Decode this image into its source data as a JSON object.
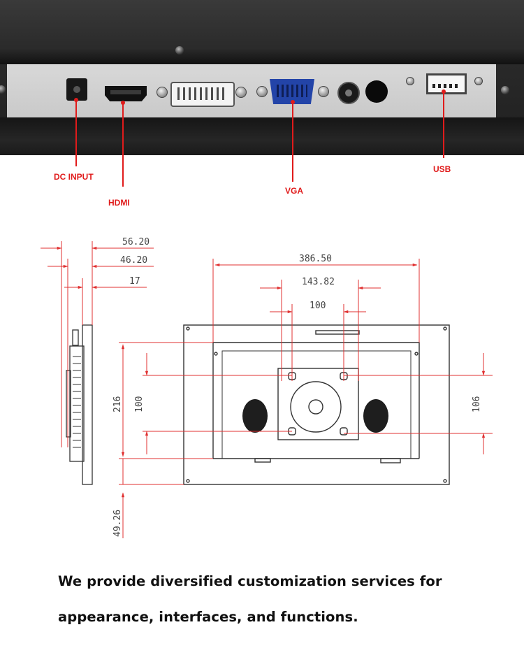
{
  "ports": {
    "dc_input": "DC INPUT",
    "hdmi": "HDMI",
    "vga": "VGA",
    "usb": "USB"
  },
  "dimensions": {
    "side_overall": "56.20",
    "side_body": "46.20",
    "side_thin": "17",
    "front_width": "386.50",
    "front_inner": "143.82",
    "vesa_horizontal": "100",
    "front_height": "216",
    "vesa_vertical_left": "100",
    "vesa_vertical_right": "106",
    "bottom_offset": "49.26"
  },
  "caption": {
    "line1": "We provide diversified customization services for",
    "line2": "appearance, interfaces, and functions."
  },
  "colors": {
    "callout": "#e01b1b",
    "dimension_line": "#e03030",
    "drawing_line": "#333333",
    "vga_port": "#2344a8"
  }
}
